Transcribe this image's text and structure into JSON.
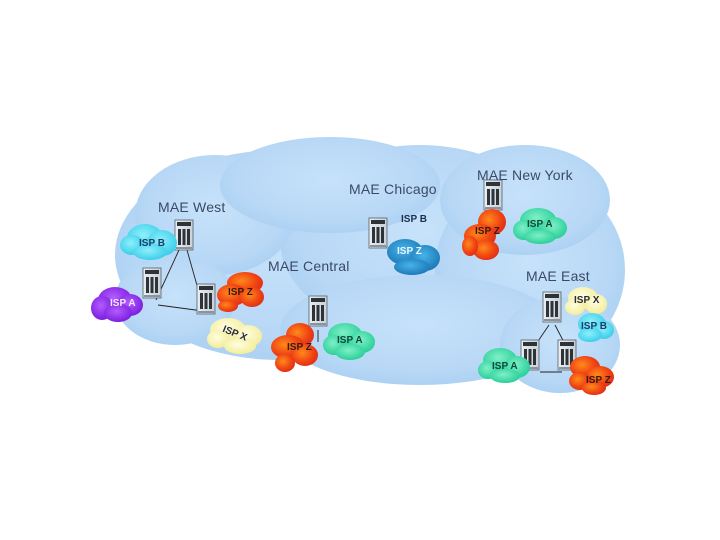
{
  "hubs": {
    "west": "MAE West",
    "chicago": "MAE Chicago",
    "newyork": "MAE New York",
    "central": "MAE Central",
    "east": "MAE East"
  },
  "isps": {
    "west_b": "ISP B",
    "west_a": "ISP A",
    "west_z": "ISP Z",
    "west_x": "ISP X",
    "chicago_b": "ISP B",
    "chicago_z": "ISP Z",
    "newyork_z": "ISP Z",
    "newyork_a": "ISP A",
    "central_z": "ISP Z",
    "central_a": "ISP A",
    "east_x": "ISP X",
    "east_b": "ISP B",
    "east_a": "ISP A",
    "east_z": "ISP Z"
  },
  "colors": {
    "backbone_cloud": "#bcdaf7",
    "isp_cyan": "#41d6ee",
    "isp_purple": "#8a1fe0",
    "isp_red": "#f24516",
    "isp_yellow": "#f6f1a8",
    "isp_green": "#27d4a2",
    "isp_blue": "#1d86c5"
  }
}
